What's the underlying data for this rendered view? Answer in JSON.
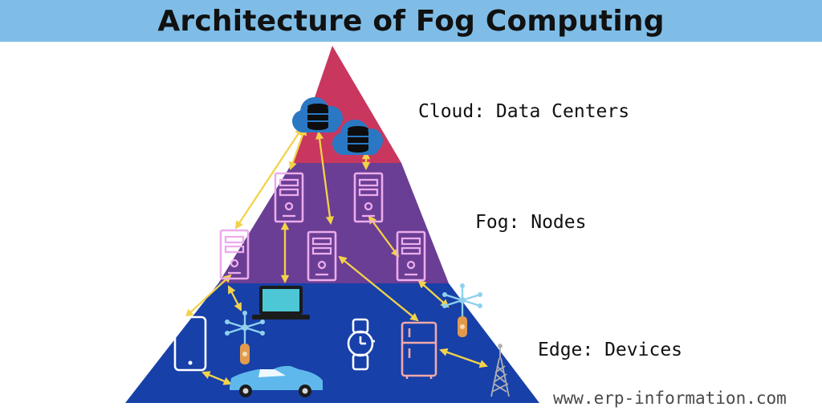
{
  "title": "Architecture of Fog Computing",
  "layers": {
    "cloud": "Cloud: Data Centers",
    "fog": "Fog: Nodes",
    "edge": "Edge: Devices"
  },
  "watermark": "www.erp-information.com",
  "colors": {
    "title_bar": "#7fbde6",
    "cloud_layer": "#c9375e",
    "fog_layer": "#6a3e94",
    "edge_layer": "#1740a8",
    "arrows": "#f3d24a",
    "server_icons": "#ecacec",
    "cloud_icons": "#2a78c4"
  },
  "icons": [
    "cloud-database-icon",
    "server-icon",
    "laptop-icon",
    "tablet-icon",
    "car-icon",
    "smartwatch-icon",
    "refrigerator-icon",
    "sensor-node-icon",
    "cell-tower-icon"
  ]
}
